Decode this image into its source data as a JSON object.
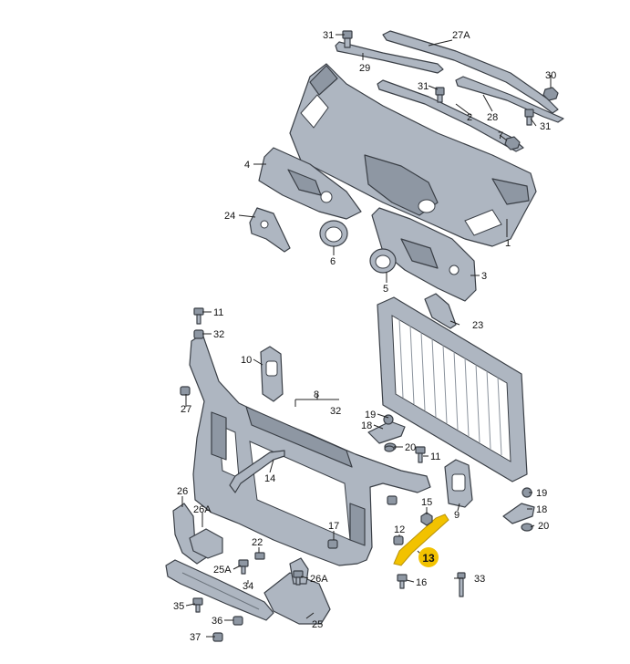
{
  "diagram": {
    "callouts": [
      {
        "id": "c31a",
        "text": "31"
      },
      {
        "id": "c27A",
        "text": "27A"
      },
      {
        "id": "c29",
        "text": "29"
      },
      {
        "id": "c30",
        "text": "30"
      },
      {
        "id": "c31b",
        "text": "31"
      },
      {
        "id": "c2",
        "text": "2"
      },
      {
        "id": "c28",
        "text": "28"
      },
      {
        "id": "c31c",
        "text": "31"
      },
      {
        "id": "c7",
        "text": "7"
      },
      {
        "id": "c4",
        "text": "4"
      },
      {
        "id": "c24",
        "text": "24"
      },
      {
        "id": "c1",
        "text": "1"
      },
      {
        "id": "c6",
        "text": "6"
      },
      {
        "id": "c3",
        "text": "3"
      },
      {
        "id": "c5",
        "text": "5"
      },
      {
        "id": "c23",
        "text": "23"
      },
      {
        "id": "c11a",
        "text": "11"
      },
      {
        "id": "c32a",
        "text": "32"
      },
      {
        "id": "c10",
        "text": "10"
      },
      {
        "id": "c8",
        "text": "8"
      },
      {
        "id": "c32b",
        "text": "32"
      },
      {
        "id": "c27",
        "text": "27"
      },
      {
        "id": "c19a",
        "text": "19"
      },
      {
        "id": "c18a",
        "text": "18"
      },
      {
        "id": "c20a",
        "text": "20"
      },
      {
        "id": "c11b",
        "text": "11"
      },
      {
        "id": "c14",
        "text": "14"
      },
      {
        "id": "c26",
        "text": "26"
      },
      {
        "id": "c26A",
        "text": "26A"
      },
      {
        "id": "c9",
        "text": "9"
      },
      {
        "id": "c19b",
        "text": "19"
      },
      {
        "id": "c18b",
        "text": "18"
      },
      {
        "id": "c20b",
        "text": "20"
      },
      {
        "id": "c15",
        "text": "15"
      },
      {
        "id": "c17",
        "text": "17"
      },
      {
        "id": "c12",
        "text": "12"
      },
      {
        "id": "c22",
        "text": "22"
      },
      {
        "id": "c25A",
        "text": "25A"
      },
      {
        "id": "c26Ab",
        "text": "26A"
      },
      {
        "id": "c34",
        "text": "34"
      },
      {
        "id": "c33",
        "text": "33"
      },
      {
        "id": "c16",
        "text": "16"
      },
      {
        "id": "c35",
        "text": "35"
      },
      {
        "id": "c36",
        "text": "36"
      },
      {
        "id": "c25",
        "text": "25"
      },
      {
        "id": "c37",
        "text": "37"
      }
    ],
    "highlight": {
      "text": "13",
      "color": "#f2c200"
    }
  }
}
